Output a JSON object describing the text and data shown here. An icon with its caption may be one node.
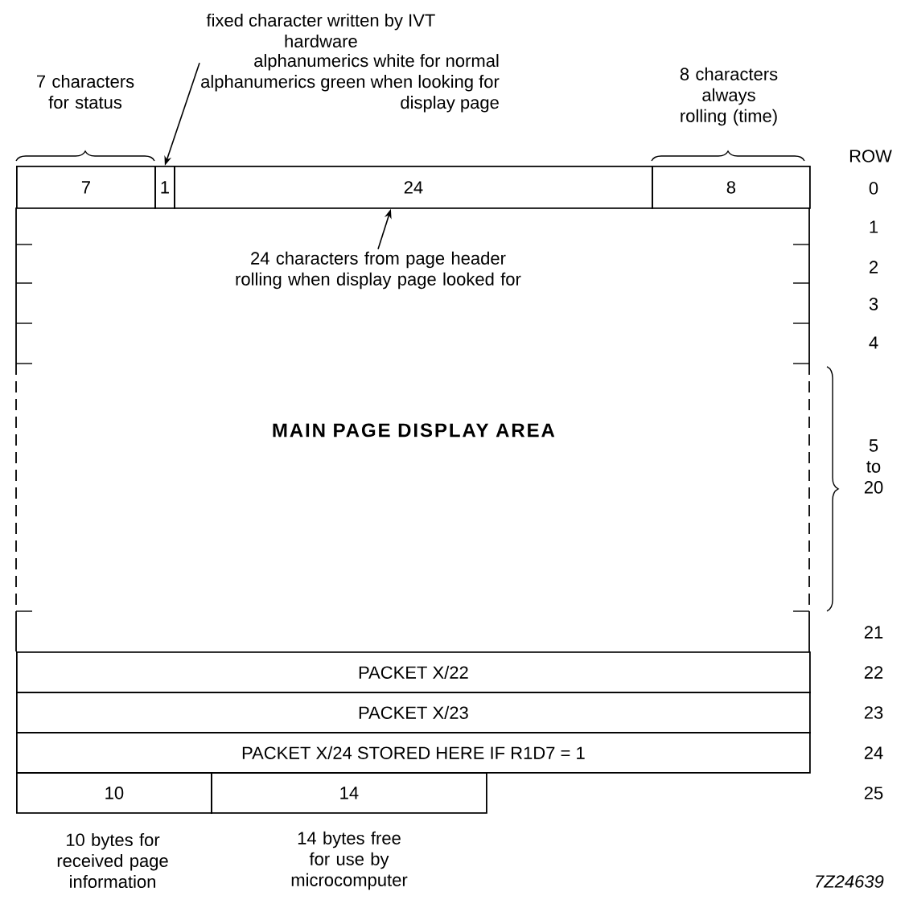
{
  "diagram": {
    "nodes": [
      {
        "text": [
          "7"
        ],
        "beside": [
          "7 characters for status"
        ]
      },
      {
        "text": [
          "1"
        ]
      },
      {
        "text": [
          "24"
        ]
      },
      {
        "text": [
          "8"
        ],
        "beside": [
          "8 characters always rolling (time)"
        ]
      },
      {
        "text": [
          "MAIN PAGE DISPLAY AREA"
        ]
      },
      {
        "text": [
          "PACKET X/22"
        ]
      },
      {
        "text": [
          "PACKET X/23"
        ]
      },
      {
        "text": [
          "PACKET X/24 STORED HERE IF R1D7 = 1"
        ]
      },
      {
        "text": [
          "10"
        ],
        "beside": [
          "10 bytes for received page information"
        ]
      },
      {
        "text": [
          "14"
        ],
        "beside": [
          "14 bytes free for use by microcomputer"
        ]
      },
      {
        "text": [
          "fixed character written by IVT hardware",
          "alphanumerics white for normal alphanumerics green when looking for display page"
        ]
      },
      {
        "text": [
          "24 characters from page header rolling when display page looked for"
        ],
        "in": 4
      }
    ],
    "edges": [
      {
        "from": 10,
        "to": 1,
        "arrow": "to"
      },
      {
        "from": 11,
        "to": 2,
        "arrow": "to"
      }
    ],
    "labels": [
      "ROW",
      "0",
      "1",
      "2",
      "3",
      "4",
      "5 to 20",
      "21",
      "22",
      "23",
      "24",
      "25",
      "7Z24639"
    ]
  }
}
